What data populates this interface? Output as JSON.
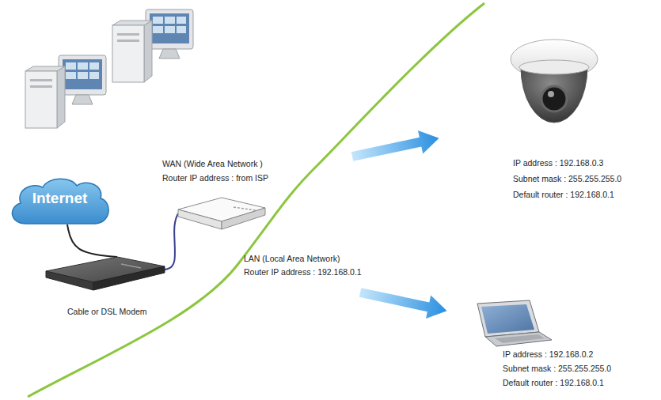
{
  "diagram": {
    "nodes": [
      {
        "text": [
          "Internet"
        ]
      },
      {
        "text": [
          "Cable or DSL Modem"
        ]
      },
      {
        "text": [
          "WAN (Wide Area Network )",
          "Router IP address : from ISP",
          "LAN (Local Area Network)",
          "Router IP address : 192.168.0.1"
        ]
      },
      {
        "text": [
          "IP address : 192.168.0.3",
          "Subnet mask : 255.255.255.0",
          "Default router : 192.168.0.1"
        ]
      },
      {
        "text": [
          "IP address : 192.168.0.2",
          "Subnet mask : 255.255.255.0",
          "Default router : 192.168.0.1"
        ]
      }
    ],
    "edges": [
      {
        "from": 0,
        "to": 1,
        "arrow": "none"
      },
      {
        "from": 1,
        "to": 2,
        "arrow": "none"
      }
    ]
  }
}
